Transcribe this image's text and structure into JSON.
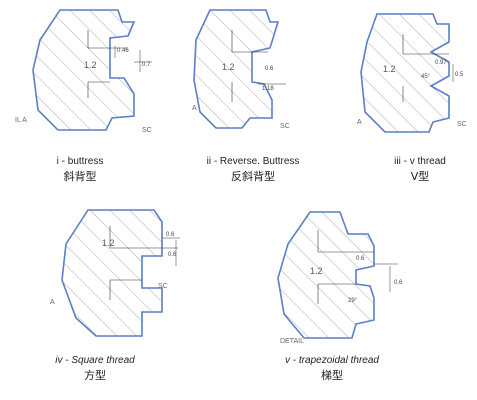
{
  "panels": [
    {
      "id": "buttress",
      "caption_en": "i - buttress",
      "caption_zh": "斜背型",
      "dims": {
        "main": "1.2",
        "a": "0.46",
        "b": "0.7"
      },
      "corner_left": "IL  A",
      "corner_right": "SC"
    },
    {
      "id": "reverse-buttress",
      "caption_en": "ii -  Reverse. Buttress",
      "caption_zh": "反斜背型",
      "dims": {
        "main": "1.2",
        "a": "0.6",
        "b": "1.18"
      },
      "corner_left": "A",
      "corner_right": "SC"
    },
    {
      "id": "v-thread",
      "caption_en": "iii - v thread",
      "caption_zh": "V型",
      "dims": {
        "main": "1.2",
        "a": "0.97",
        "b": "0.5",
        "angle": "45°"
      },
      "corner_left": "A",
      "corner_right": "SC"
    },
    {
      "id": "square-thread",
      "caption_en": "iv - Square thread",
      "caption_zh": "方型",
      "dims": {
        "main": "1.2",
        "a": "0.6",
        "b": "0.6"
      },
      "corner_left": "A",
      "corner_right": "SC"
    },
    {
      "id": "trapezoidal-thread",
      "caption_en": "v -  trapezoidal thread",
      "caption_zh": "梯型",
      "dims": {
        "main": "1.2",
        "a": "0.6",
        "b": "0.6",
        "angle": "29°"
      },
      "corner_left": "DETAIL",
      "corner_right": ""
    }
  ],
  "colors": {
    "outline": "#5b7fc4",
    "hatch": "#9a9a9a",
    "dim": "#333333"
  }
}
